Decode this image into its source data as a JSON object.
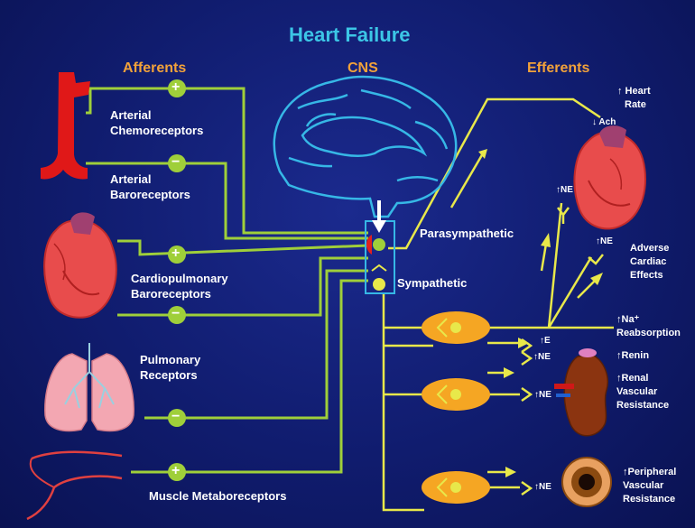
{
  "title": "Heart Failure",
  "headers": {
    "afferents": "Afferents",
    "cns": "CNS",
    "efferents": "Efferents"
  },
  "afferents": {
    "chemo": [
      "Arterial",
      "Chemoreceptors"
    ],
    "baro": [
      "Arterial",
      "Baroreceptors"
    ],
    "cardio": [
      "Cardiopulmonary",
      "Baroreceptors"
    ],
    "pulm": [
      "Pulmonary",
      "Receptors"
    ],
    "muscle": "Muscle Metaboreceptors"
  },
  "pathways": {
    "parasympathetic": "Parasympathetic",
    "sympathetic": "Sympathetic"
  },
  "effects": {
    "heart_rate": [
      "↑ Heart",
      "Rate"
    ],
    "ach": "↓ Ach",
    "ne": "↑NE",
    "e": "↑E",
    "adverse": [
      "Adverse",
      "Cardiac",
      "Effects"
    ],
    "na": [
      "↑Na⁺",
      "Reabsorption"
    ],
    "renin": "↑Renin",
    "renal": [
      "↑Renal",
      "Vascular",
      "Resistance"
    ],
    "peripheral": [
      "↑Peripheral",
      "Vascular",
      "Resistance"
    ]
  },
  "signs": {
    "plus": "+",
    "minus": "−"
  },
  "colors": {
    "background": "#101c6e",
    "title": "#3cc6e6",
    "header": "#f2a23a",
    "afferent_line": "#9fcf3a",
    "efferent_line": "#e8e84a",
    "ganglion": "#f5a623"
  }
}
